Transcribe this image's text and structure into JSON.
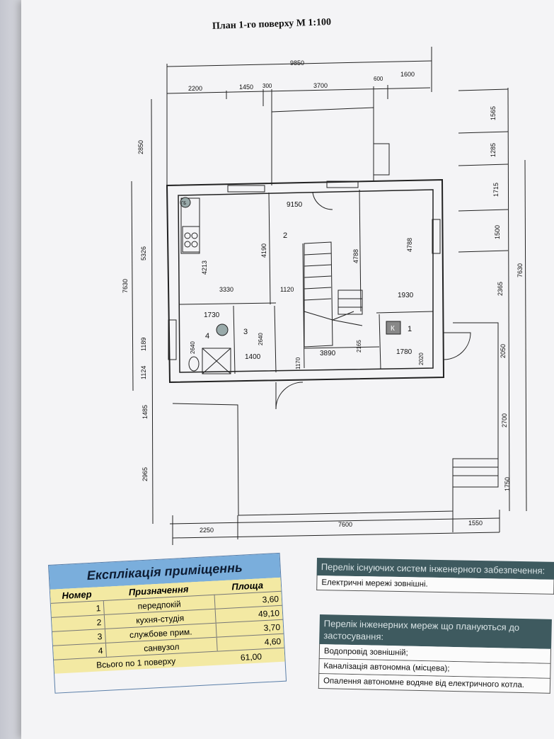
{
  "plan": {
    "title": "План 1-го поверху М 1:100",
    "dims_top": [
      "9850",
      "2200",
      "1450",
      "300",
      "3700",
      "600",
      "1600"
    ],
    "dims_left": [
      "2850",
      "5326",
      "7630",
      "1189",
      "1124",
      "1485",
      "2965"
    ],
    "dims_right": [
      "1565",
      "1285",
      "1715",
      "1500",
      "2365",
      "7630",
      "2050",
      "2700",
      "1750"
    ],
    "dims_bottom": [
      "2250",
      "7600",
      "1550"
    ],
    "dims_inner": [
      "9150",
      "4213",
      "4190",
      "4788",
      "4788",
      "3330",
      "1120",
      "1930",
      "1730",
      "2640",
      "2640",
      "1400",
      "1170",
      "3890",
      "2165",
      "1780",
      "2020"
    ],
    "room_numbers": [
      "1",
      "2",
      "3",
      "4"
    ],
    "symbols": {
      "gas_boiler": "ГБ",
      "boiler": "К"
    }
  },
  "explication": {
    "title": "Експлікація приміщеннь",
    "headers": [
      "Номер",
      "Призначення",
      "Площа"
    ],
    "rows": [
      {
        "num": "1",
        "name": "передпокій",
        "area": "3,60"
      },
      {
        "num": "2",
        "name": "кухня-студія",
        "area": "49,10"
      },
      {
        "num": "3",
        "name": "службове прим.",
        "area": "3,70"
      },
      {
        "num": "4",
        "name": "санвузол",
        "area": "4,60"
      }
    ],
    "total_label": "Всього по 1 поверху",
    "total_area": "61,00"
  },
  "existing_systems": {
    "title": "Перелік існуючих систем інженерного забезпечення:",
    "items": [
      "Електричні мережі зовнішні."
    ]
  },
  "planned_networks": {
    "title": "Перелік інженерних мереж що плануються до застосування:",
    "items": [
      "Водопровід зовнішній;",
      "Каналізація автономна (місцева);",
      "Опалення автономне водяне від електричного котла."
    ]
  }
}
